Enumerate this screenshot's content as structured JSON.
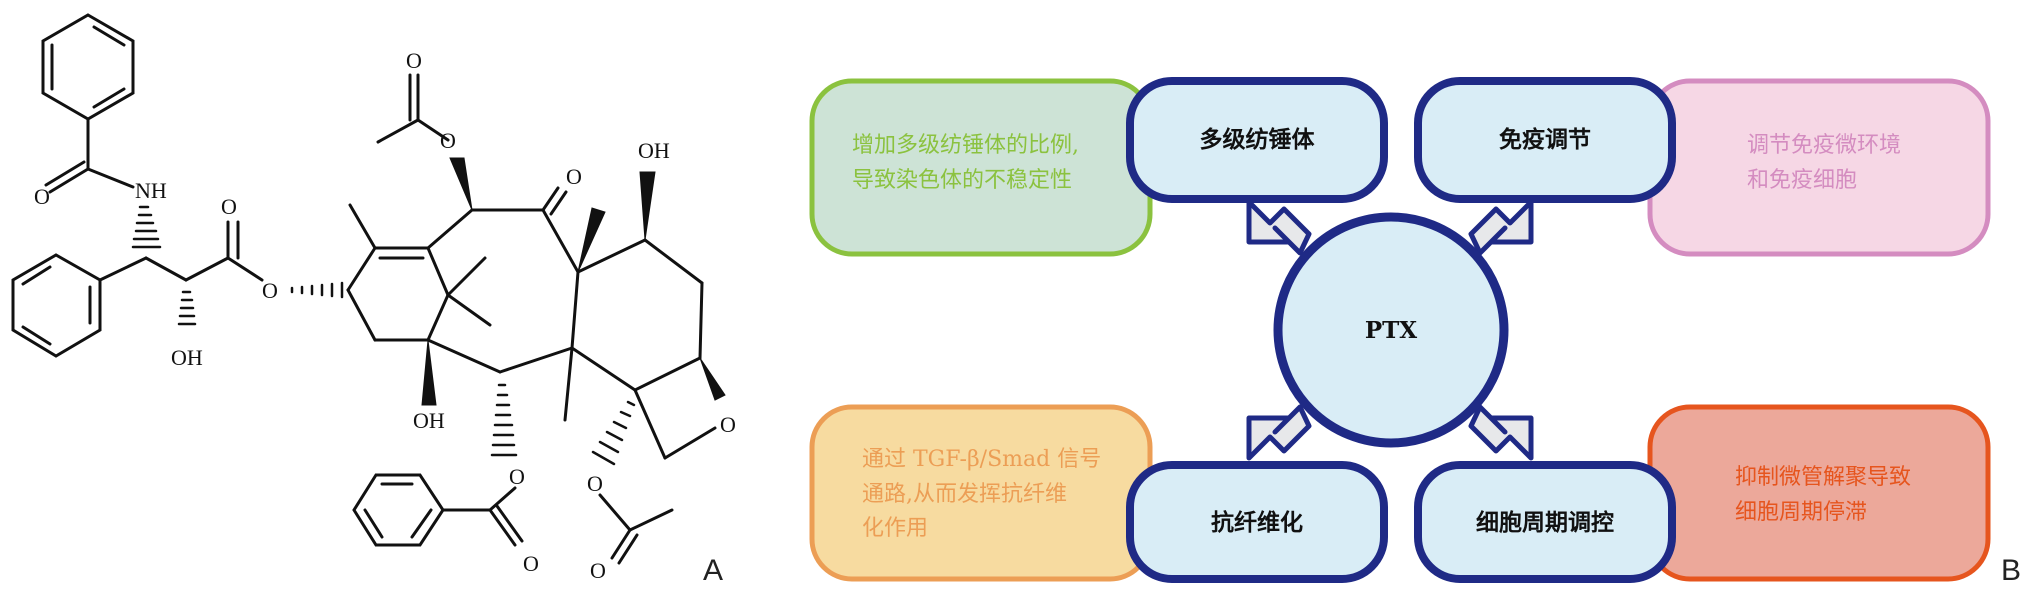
{
  "panels": {
    "a": "A",
    "b": "B"
  },
  "molecule": {
    "atoms": {
      "nh": "NH",
      "o_amide": "O",
      "oh_side": "OH",
      "o_ester_carbonyl": "O",
      "o_ester": "O",
      "o_acetyl_top": "O",
      "o_acetyl_link": "O",
      "o_ketone": "O",
      "oh_top": "OH",
      "oh_left": "OH",
      "o_benzoyl_link": "O",
      "o_benzoyl_carbonyl": "O",
      "o_acetyl2_link": "O",
      "o_acetyl2_carbonyl": "O",
      "o_oxetane": "O"
    }
  },
  "diagram": {
    "center": "PTX",
    "nodes": {
      "multipolar_spindle": "多级纺锤体",
      "immune_regulation": "免疫调节",
      "antifibrosis": "抗纤维化",
      "cell_cycle": "细胞周期调控"
    },
    "descriptions": {
      "spindle_line1": "增加多级纺锤体的比例,",
      "spindle_line2": "导致染色体的不稳定性",
      "immune_line1": "调节免疫微环境",
      "immune_line2": "和免疫细胞",
      "fibrosis_line1": "通过 TGF-β/Smad 信号",
      "fibrosis_line2": "通路,从而发挥抗纤维",
      "fibrosis_line3": "化作用",
      "cycle_line1": "抑制微管解聚导致",
      "cycle_line2": "细胞周期停滞"
    },
    "colors": {
      "node_fill": "#d9edf6",
      "node_stroke": "#1f2a86",
      "green_box": "#cde3d6",
      "green_border": "#8bc23f",
      "green_text": "#8bc23f",
      "pink_box": "#f6d7e5",
      "pink_border": "#d48cc0",
      "pink_text": "#d48cc0",
      "orange_box": "#f7dba0",
      "orange_border": "#ec9e55",
      "orange_text": "#ec9e55",
      "red_box": "#eca89a",
      "red_border": "#e6551e",
      "red_text": "#e6551e"
    }
  }
}
